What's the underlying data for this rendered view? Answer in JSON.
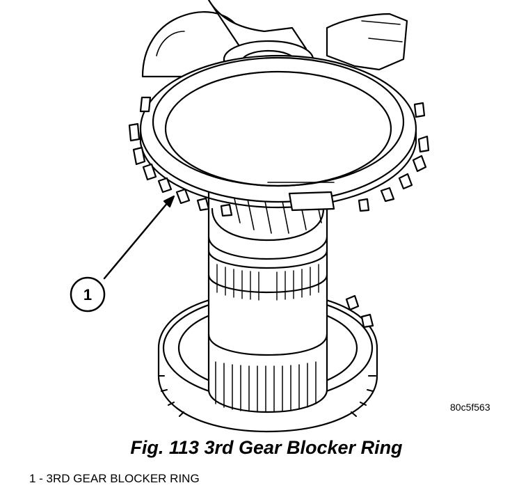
{
  "figure": {
    "code": "80c5f563",
    "caption": "Fig. 113 3rd Gear Blocker Ring",
    "callouts": [
      {
        "number": "1",
        "text": "1 - 3RD GEAR BLOCKER RING"
      }
    ]
  }
}
